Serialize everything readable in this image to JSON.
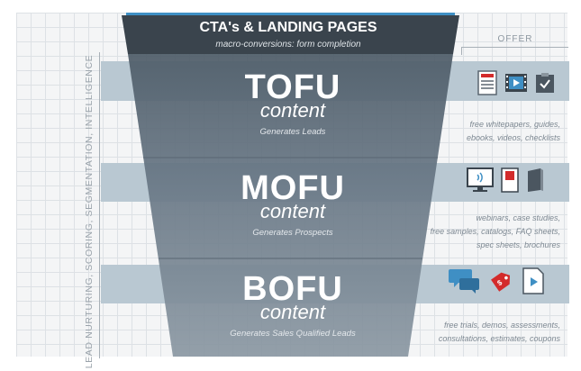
{
  "side_label": "LEAD NURTURING, SCORING, SEGMENTATION, INTELLIGENCE",
  "offer_header": "OFFER",
  "cta": {
    "title": "CTA's & LANDING PAGES",
    "subtitle": "macro-conversions: form completion"
  },
  "stages": [
    {
      "name": "TOFU",
      "sub": "content",
      "desc": "Generates Leads",
      "offer_text": "free whitepapers, guides,\nebooks, videos, checklists",
      "icons": [
        "document-icon",
        "video-icon",
        "checklist-icon"
      ]
    },
    {
      "name": "MOFU",
      "sub": "content",
      "desc": "Generates Prospects",
      "offer_text": "webinars, case studies,\nfree samples, catalogs, FAQ sheets,\nspec sheets, brochures",
      "icons": [
        "webinar-monitor-icon",
        "case-study-book-icon",
        "catalog-book-icon"
      ]
    },
    {
      "name": "BOFU",
      "sub": "content",
      "desc": "Generates Sales Qualified Leads",
      "offer_text": "free trials, demos, assessments,\nconsultations, estimates, coupons",
      "icons": [
        "chat-bubbles-icon",
        "price-tag-icon",
        "demo-play-icon"
      ]
    }
  ],
  "colors": {
    "funnel_dark": "#3b4650",
    "funnel_gray": "#6f7d89",
    "band": "#b9c8d2",
    "accent_blue": "#3f8fc4",
    "accent_red": "#d32b2b",
    "grid_bg": "#f4f5f6"
  }
}
